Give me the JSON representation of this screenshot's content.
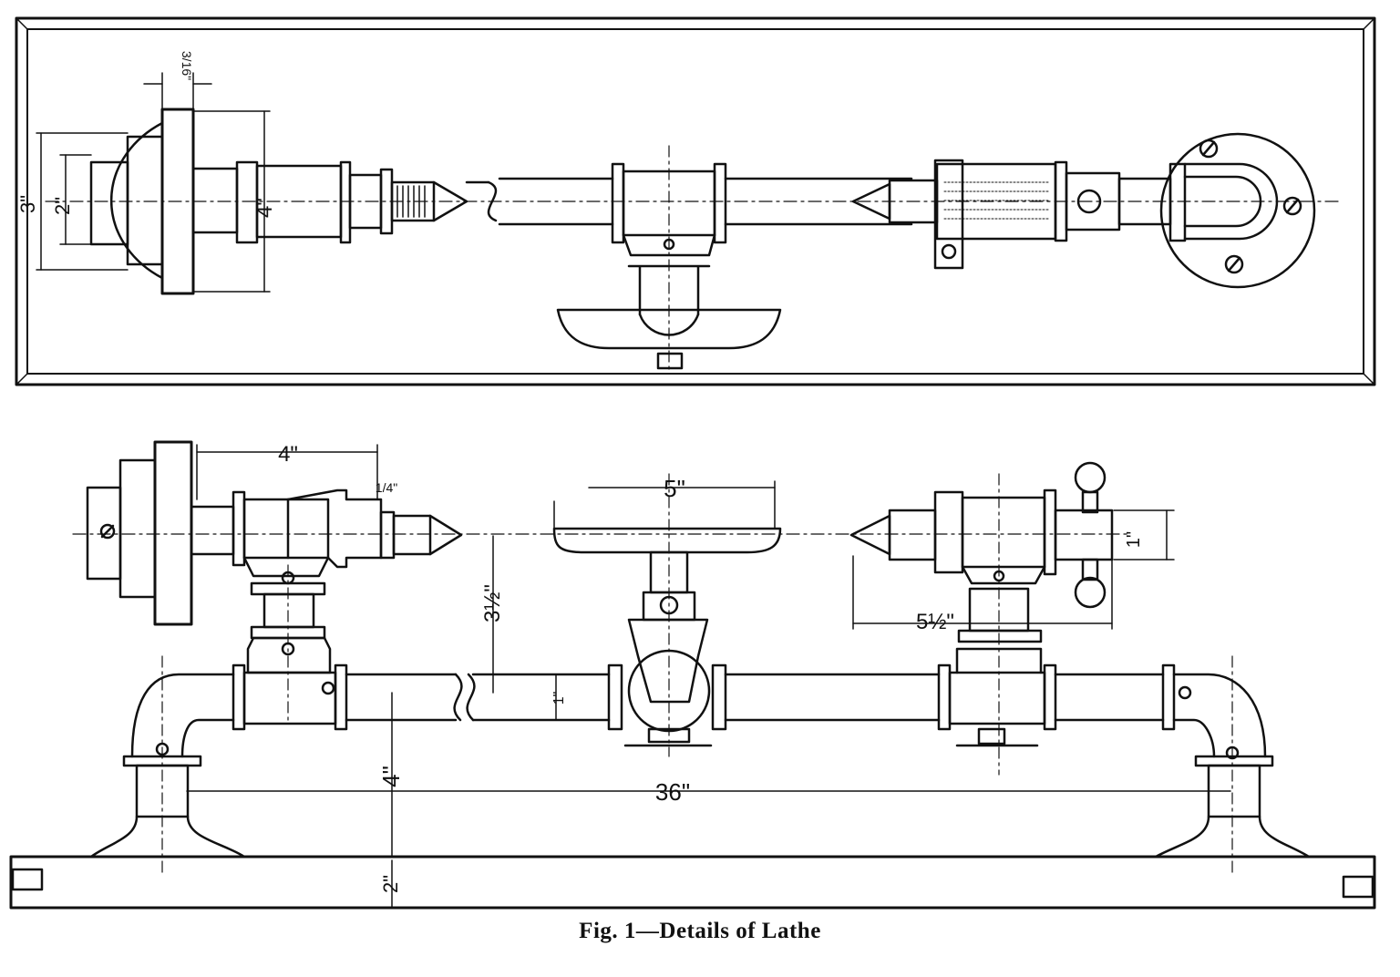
{
  "caption": "Fig. 1—Details of Lathe",
  "colors": {
    "ink": "#111111",
    "paper": "#ffffff"
  },
  "plan_view": {
    "dimensions": {
      "collar": "3/16\"",
      "flange_outer": "3\"",
      "flange_inner": "2\"",
      "face_plate": "4\""
    }
  },
  "elevation_view": {
    "dimensions": {
      "headstock_bearing": "4\"",
      "gap": "1/4\"",
      "rest_width": "5\"",
      "center_height": "3½\"",
      "pipe_dia": "1\"",
      "bed_height": "4\"",
      "length": "36\"",
      "base_height": "2\"",
      "tailstock_length": "5½\"",
      "tailstock_pipe": "1\""
    }
  }
}
